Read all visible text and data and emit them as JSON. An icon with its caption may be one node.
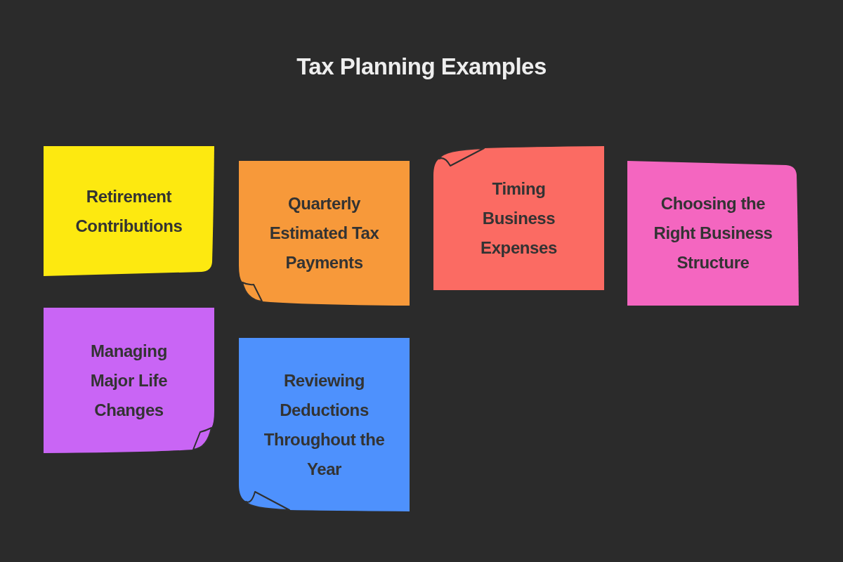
{
  "diagram": {
    "title": "Tax Planning Examples",
    "nodes": [
      {
        "text": [
          "Retirement Contributions"
        ]
      },
      {
        "text": [
          "Quarterly Estimated Tax Payments"
        ]
      },
      {
        "text": [
          "Timing Business Expenses"
        ]
      },
      {
        "text": [
          "Choosing the Right Business Structure"
        ]
      },
      {
        "text": [
          "Managing Major Life Changes"
        ]
      },
      {
        "text": [
          "Reviewing Deductions Throughout the Year"
        ]
      }
    ]
  }
}
